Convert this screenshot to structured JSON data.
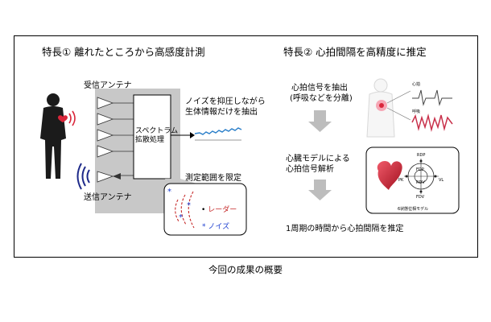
{
  "caption": "今回の成果の概要",
  "left": {
    "title": "特長① 離れたところから高感度計測",
    "rx_antenna": "受信アンテナ",
    "tx_antenna": "送信アンテナ",
    "processor_line1": "スペクトラム",
    "processor_line2": "拡散処理",
    "output_line1": "ノイズを抑圧しながら",
    "output_line2": "生体情報だけを抽出",
    "range_label": "測定範囲を限定",
    "radar_label": "レーダー",
    "noise_label": "ノイズ"
  },
  "right": {
    "title": "特長② 心拍間隔を高精度に推定",
    "step1_line1": "心拍信号を抽出",
    "step1_line2": "(呼吸などを分離)",
    "step2_line1": "心臓モデルによる",
    "step2_line2": "心拍信号解析",
    "step3": "1周期の時間から心拍間隔を推定",
    "chart_label_top": "心拍",
    "chart_label_bottom": "呼吸",
    "model_caption": "6状態位相モデル",
    "model_rdp": "RDP",
    "model_fdp": "FDP",
    "model_rdv": "RDV",
    "model_fdv": "FDV",
    "model_pk": "PK",
    "model_vl": "VL"
  },
  "colors": {
    "heart": "#d9263a",
    "antenna_wave": "#1e2a8a",
    "radar_wave": "#c62a2a",
    "noise": "#1a3ccf",
    "signal": "#2b7fc9",
    "shadow_box": "#c8c8c8",
    "arrow": "#bdbdbd"
  }
}
